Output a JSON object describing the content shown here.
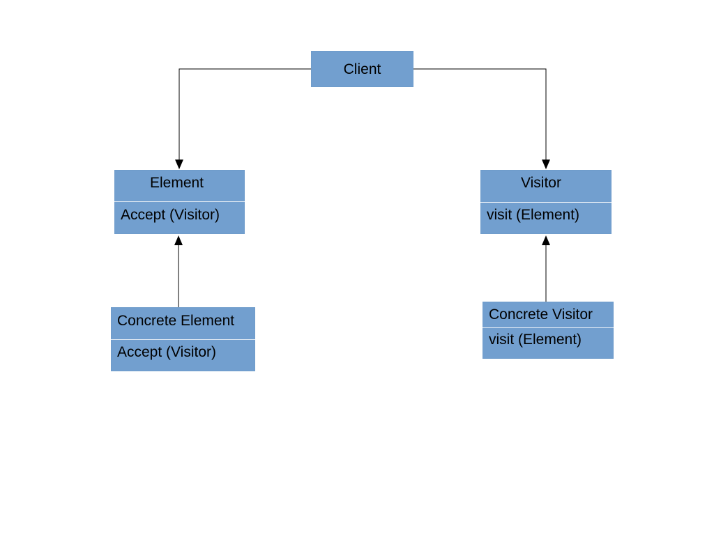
{
  "diagram": {
    "colors": {
      "box_fill": "#729fcf",
      "divider": "#e8eef6",
      "connector": "#000000"
    },
    "nodes": {
      "client": {
        "title": "Client"
      },
      "element": {
        "title": "Element",
        "operation": "Accept (Visitor)"
      },
      "visitor": {
        "title": "Visitor",
        "operation": "visit (Element)"
      },
      "concrete_element": {
        "title": "Concrete Element",
        "operation": "Accept (Visitor)"
      },
      "concrete_visitor": {
        "title": "Concrete Visitor",
        "operation": "visit (Element)"
      }
    },
    "edges": [
      {
        "from": "client",
        "to": "element"
      },
      {
        "from": "client",
        "to": "visitor"
      },
      {
        "from": "concrete_element",
        "to": "element"
      },
      {
        "from": "concrete_visitor",
        "to": "visitor"
      }
    ]
  }
}
